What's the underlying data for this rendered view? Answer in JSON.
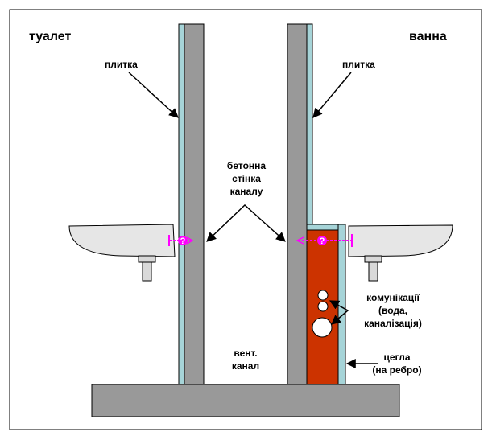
{
  "labels": {
    "toilet": "туалет",
    "bath": "ванна",
    "tile_left": "плитка",
    "tile_right": "плитка",
    "concrete_wall": [
      "бетонна",
      "стінка",
      "каналу"
    ],
    "vent_channel": [
      "вент.",
      "канал"
    ],
    "utilities": [
      "комунікації",
      "(вода,",
      "каналізація)"
    ],
    "brick": [
      "цегла",
      "(на ребро)"
    ],
    "question_mark": "?"
  },
  "colors": {
    "concrete": "#999999",
    "tile": "#a6d4d8",
    "brick": "#cc3300",
    "measure": "#ff00ff",
    "floor": "#999999",
    "sink": "#e6e6e6"
  }
}
